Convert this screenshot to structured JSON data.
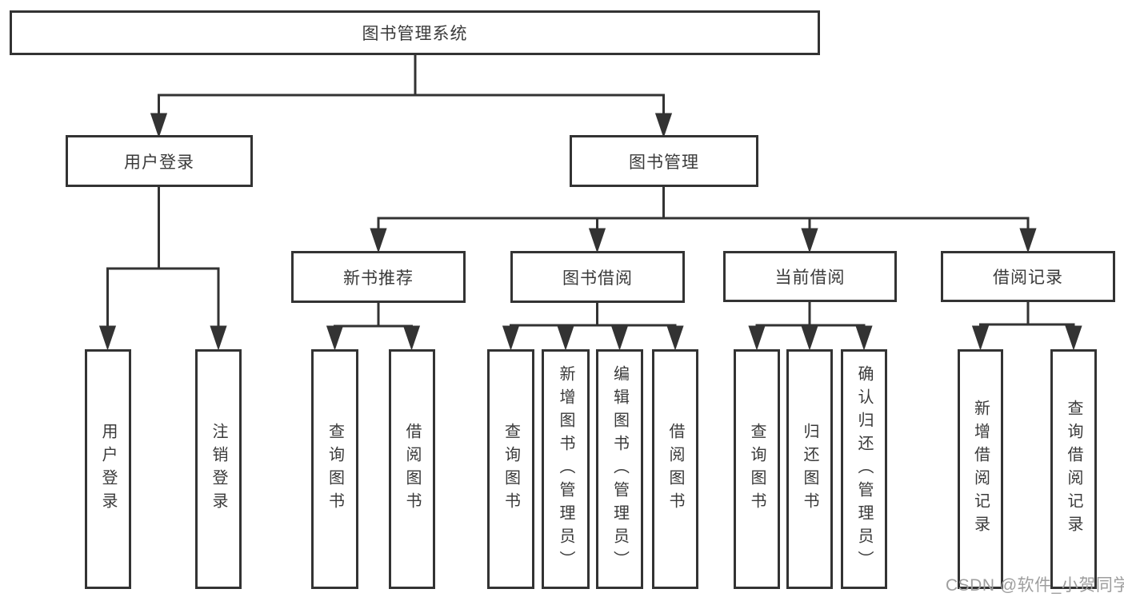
{
  "diagram_title": "图书管理系统",
  "tree": {
    "root": {
      "label": "图书管理系统",
      "children": [
        {
          "label": "用户登录",
          "children": [
            {
              "label": "用户登录"
            },
            {
              "label": "注销登录"
            }
          ]
        },
        {
          "label": "图书管理",
          "children": [
            {
              "label": "新书推荐",
              "children": [
                {
                  "label": "查询图书"
                },
                {
                  "label": "借阅图书"
                }
              ]
            },
            {
              "label": "图书借阅",
              "children": [
                {
                  "label": "查询图书"
                },
                {
                  "label": "新增图书（管理员）"
                },
                {
                  "label": "编辑图书（管理员）"
                },
                {
                  "label": "借阅图书"
                }
              ]
            },
            {
              "label": "当前借阅",
              "children": [
                {
                  "label": "查询图书"
                },
                {
                  "label": "归还图书"
                },
                {
                  "label": "确认归还（管理员）"
                }
              ]
            },
            {
              "label": "借阅记录",
              "children": [
                {
                  "label": "新增借阅记录"
                },
                {
                  "label": "查询借阅记录"
                }
              ]
            }
          ]
        }
      ]
    }
  },
  "watermark": {
    "text": "CSDN @软件_小贺同学"
  },
  "colors": {
    "line": "#333333",
    "box_border": "#333333",
    "text": "#3a3a3a",
    "watermark": "#9e9e9e",
    "background": "#ffffff"
  }
}
